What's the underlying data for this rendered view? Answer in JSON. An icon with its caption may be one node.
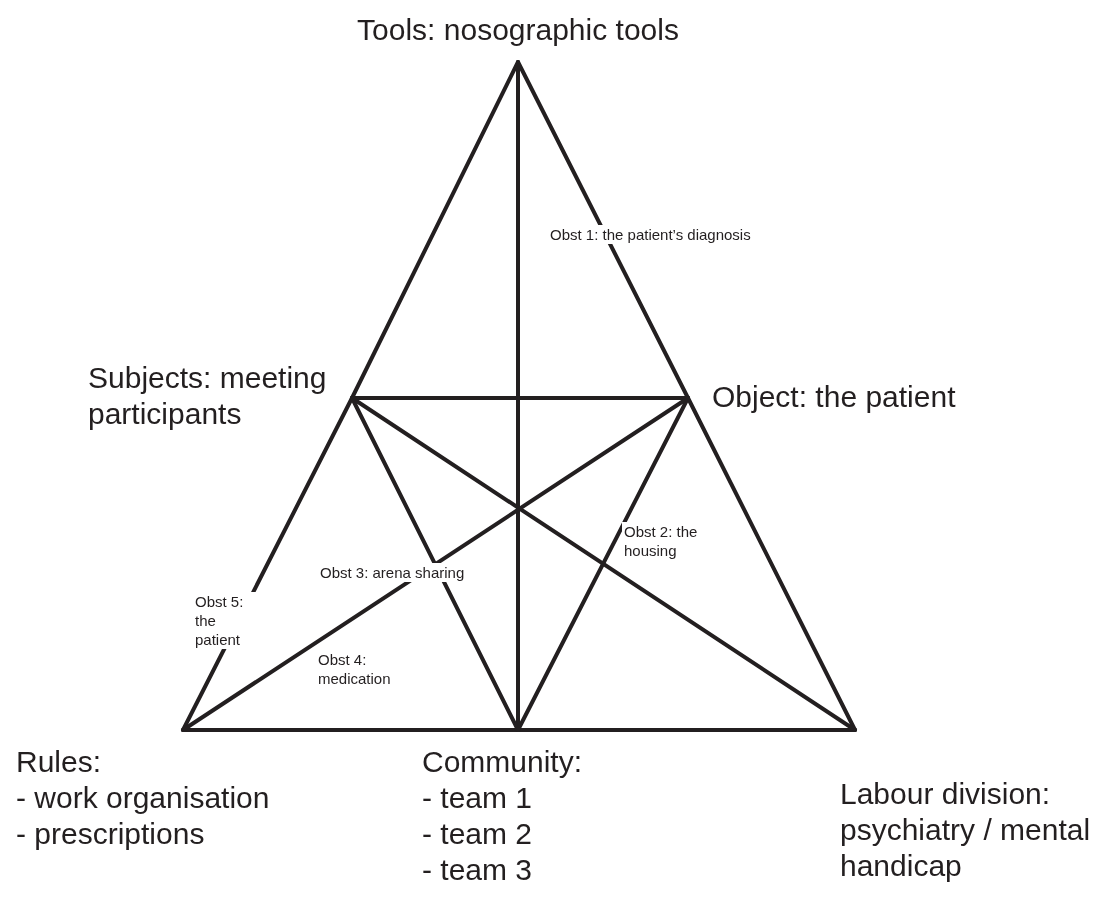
{
  "diagram": {
    "nodes": [
      {
        "text": [
          "Tools: nosographic tools"
        ]
      },
      {
        "text": [
          "Subjects: meeting participants"
        ]
      },
      {
        "text": [
          "Object: the patient"
        ]
      },
      {
        "text": [
          "Rules:",
          "- work organisation",
          "- prescriptions"
        ]
      },
      {
        "text": [
          "Community:",
          "- team 1",
          "- team 2",
          "- team 3"
        ]
      },
      {
        "text": [
          "Labour division: psychiatry / mental handicap"
        ]
      }
    ],
    "edges": [
      {
        "from": 0,
        "to": 1,
        "arrow": "none"
      },
      {
        "from": 0,
        "to": 2,
        "arrow": "none"
      },
      {
        "from": 1,
        "to": 2,
        "arrow": "none"
      },
      {
        "from": 1,
        "to": 3,
        "arrow": "none"
      },
      {
        "from": 2,
        "to": 5,
        "arrow": "none"
      },
      {
        "from": 3,
        "to": 4,
        "arrow": "none"
      },
      {
        "from": 4,
        "to": 5,
        "arrow": "none"
      },
      {
        "from": 0,
        "to": 4,
        "arrow": "none"
      },
      {
        "from": 1,
        "to": 4,
        "arrow": "none"
      },
      {
        "from": 2,
        "to": 4,
        "arrow": "none"
      },
      {
        "from": 1,
        "to": 5,
        "arrow": "none"
      },
      {
        "from": 2,
        "to": 3,
        "arrow": "none"
      }
    ],
    "labels": [
      "Obst 1: the patient’s diagnosis",
      "Obst 3: arena sharing",
      "Obst 5: the patient",
      "Obst 2: the housing",
      "Obst 4: medication"
    ]
  }
}
